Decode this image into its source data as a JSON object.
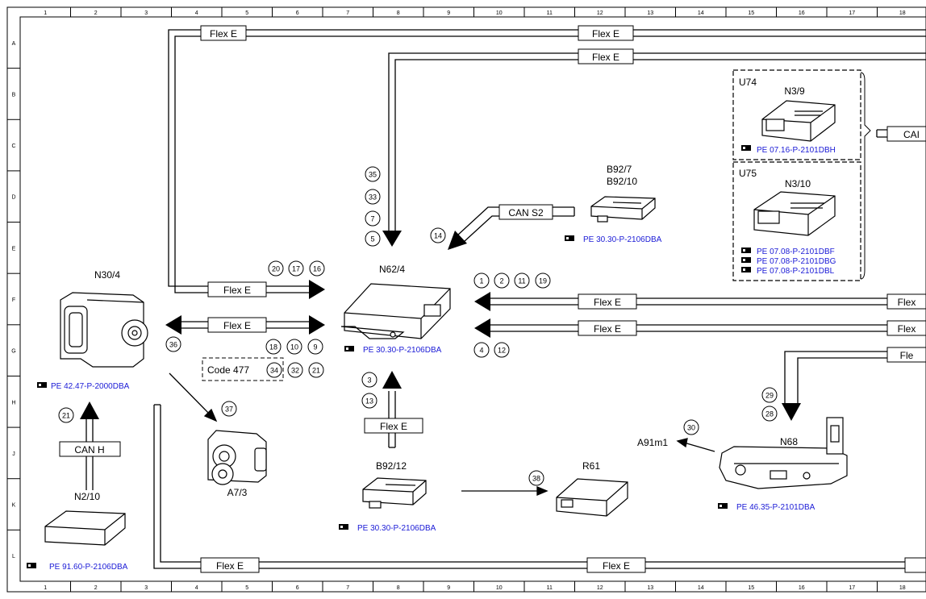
{
  "columns": [
    "1",
    "2",
    "3",
    "4",
    "5",
    "6",
    "7",
    "8",
    "9",
    "10",
    "11",
    "12",
    "13",
    "14",
    "15",
    "16",
    "17",
    "18"
  ],
  "rows": [
    "A",
    "B",
    "C",
    "D",
    "E",
    "F",
    "G",
    "H",
    "J",
    "K",
    "L"
  ],
  "components": {
    "n30_4": {
      "id": "N30/4",
      "ref": "PE 42.47-P-2000DBA"
    },
    "n62_4": {
      "id": "N62/4",
      "ref": "PE 30.30-P-2106DBA"
    },
    "b92_7": {
      "id": "B92/7",
      "id2": "B92/10",
      "ref": "PE 30.30-P-2106DBA"
    },
    "b92_12": {
      "id": "B92/12",
      "ref": "PE 30.30-P-2106DBA"
    },
    "r61": {
      "id": "R61"
    },
    "n68": {
      "id": "N68",
      "ref": "PE 46.35-P-2101DBA"
    },
    "a7_3": {
      "id": "A7/3"
    },
    "n2_10": {
      "id": "N2/10",
      "ref": "PE 91.60-P-2106DBA"
    },
    "u74": {
      "group": "U74",
      "id": "N3/9",
      "ref": "PE 07.16-P-2101DBH"
    },
    "u75": {
      "group": "U75",
      "id": "N3/10",
      "ref1": "PE 07.08-P-2101DBF",
      "ref2": "PE 07.08-P-2101DBG",
      "ref3": "PE 07.08-P-2101DBL"
    },
    "a91m1": {
      "id": "A91m1"
    }
  },
  "buses": {
    "flex_e": "Flex E",
    "flex_cut": "Fle",
    "flex_cut2": "Flex",
    "can_s2": "CAN S2",
    "can_h": "CAN H",
    "can_cut": "CAI",
    "code477": "Code 477"
  },
  "callouts": {
    "c35": "35",
    "c33": "33",
    "c7": "7",
    "c5": "5",
    "c14": "14",
    "c20": "20",
    "c17": "17",
    "c16": "16",
    "c1": "1",
    "c2": "2",
    "c11": "11",
    "c19": "19",
    "c4": "4",
    "c12": "12",
    "c36": "36",
    "c18": "18",
    "c10": "10",
    "c9": "9",
    "c34": "34",
    "c32": "32",
    "c21a": "21",
    "c3": "3",
    "c13": "13",
    "c37": "37",
    "c21b": "21",
    "c38": "38",
    "c30": "30",
    "c29": "29",
    "c28": "28"
  }
}
